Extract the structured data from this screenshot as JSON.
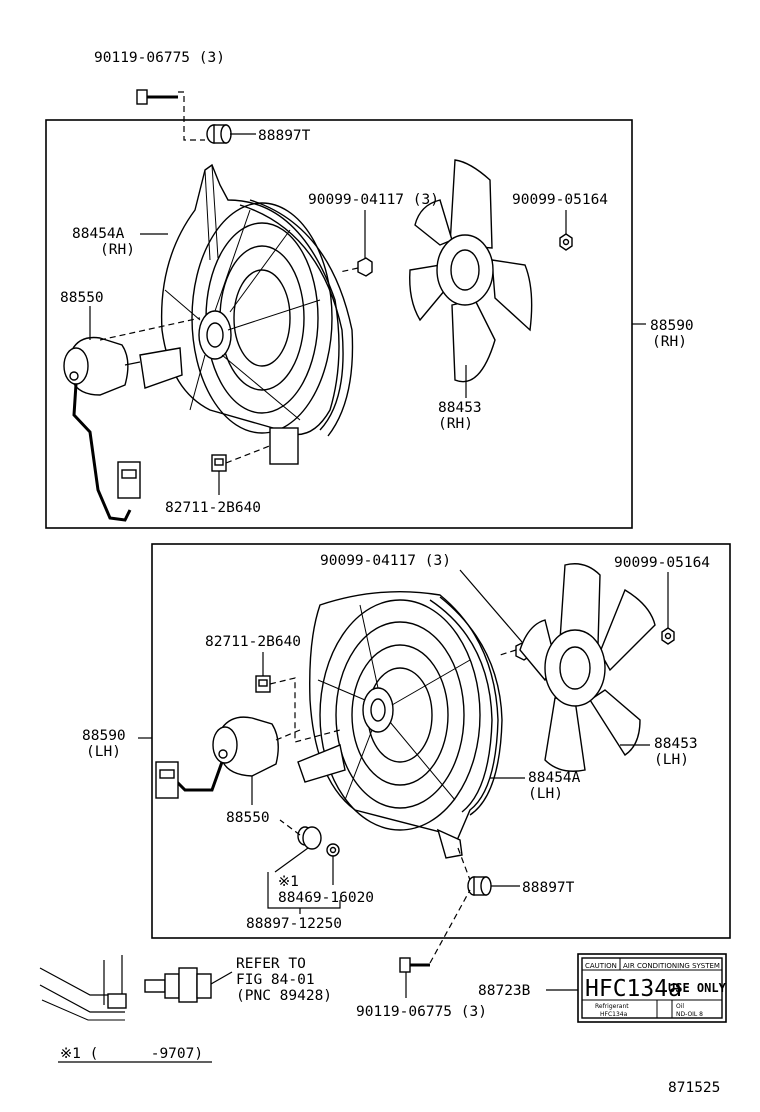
{
  "labels": {
    "bolt_top": "90119-06775 (3)",
    "cushion_top": "88897T",
    "shroud_rh": "88454A",
    "rh_1": "(RH)",
    "motor_rh": "88550",
    "screw_rh": "90099-04117 (3)",
    "nut_rh": "90099-05164",
    "assy_rh": "88590",
    "rh_2": "(RH)",
    "fan_rh": "88453",
    "rh_3": "(RH)",
    "conn_rh": "82711-2B640",
    "screw_lh": "90099-04117 (3)",
    "nut_lh": "90099-05164",
    "conn_lh": "82711-2B640",
    "assy_lh": "88590",
    "lh_1": "(LH)",
    "fan_lh": "88453",
    "lh_2": "(LH)",
    "shroud_lh": "88454A",
    "lh_3": "(LH)",
    "motor_lh": "88550",
    "note_mark": "※1",
    "cushion_part": "88469-16020",
    "cushion_lh": "88897T",
    "cushion_set": "88897-12250",
    "refer_1": "REFER TO",
    "refer_2": "FIG 84-01",
    "refer_3": "(PNC 89428)",
    "bolt_bottom": "90119-06775 (3)",
    "caution_label": "88723B",
    "footnote": "※1 (      -9707)",
    "figure_number": "871525"
  },
  "caution_plate": {
    "head_1": "CAUTION",
    "head_2": "AIR CONDITIONING SYSTEM",
    "big_text": "HFC134a",
    "use_only": "USE ONLY",
    "small_1": "Refrigerant",
    "small_2": "HFC134a",
    "small_3": "Oil",
    "small_4": "ND-OIL 8"
  }
}
